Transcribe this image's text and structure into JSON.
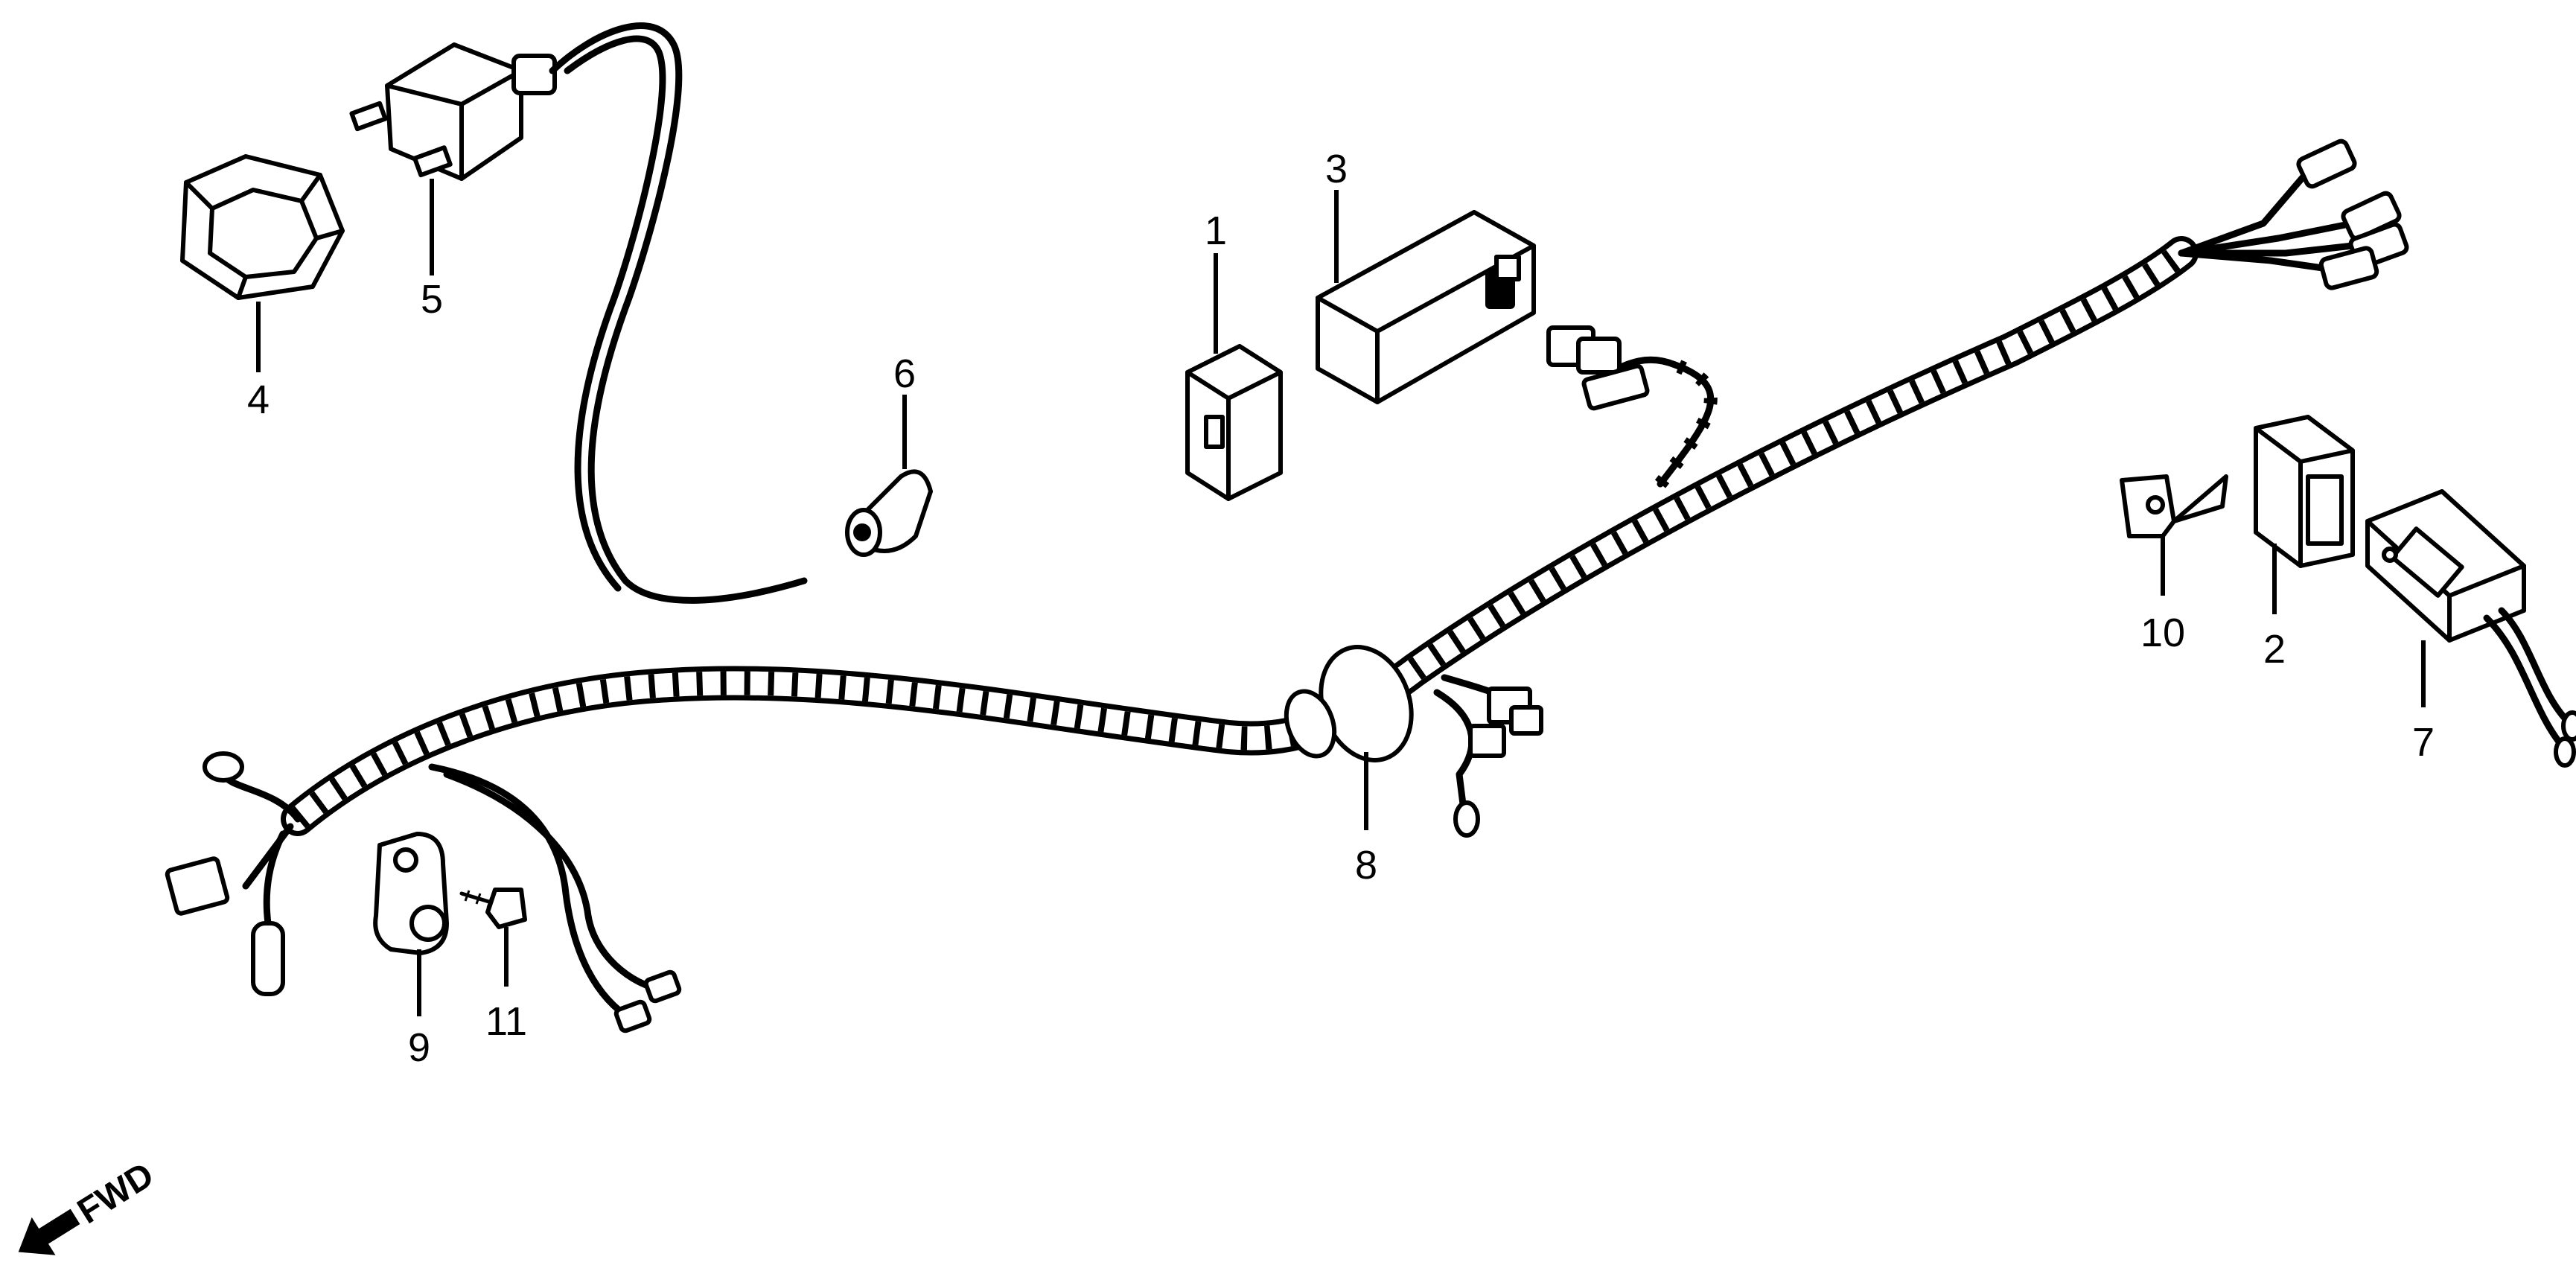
{
  "diagram": {
    "callouts": [
      {
        "id": "1",
        "text": "1"
      },
      {
        "id": "2",
        "text": "2"
      },
      {
        "id": "3",
        "text": "3"
      },
      {
        "id": "4",
        "text": "4"
      },
      {
        "id": "5",
        "text": "5"
      },
      {
        "id": "6",
        "text": "6"
      },
      {
        "id": "7",
        "text": "7"
      },
      {
        "id": "8",
        "text": "8"
      },
      {
        "id": "9",
        "text": "9"
      },
      {
        "id": "10",
        "text": "10"
      },
      {
        "id": "11",
        "text": "11"
      }
    ],
    "direction_label": "FWD"
  }
}
